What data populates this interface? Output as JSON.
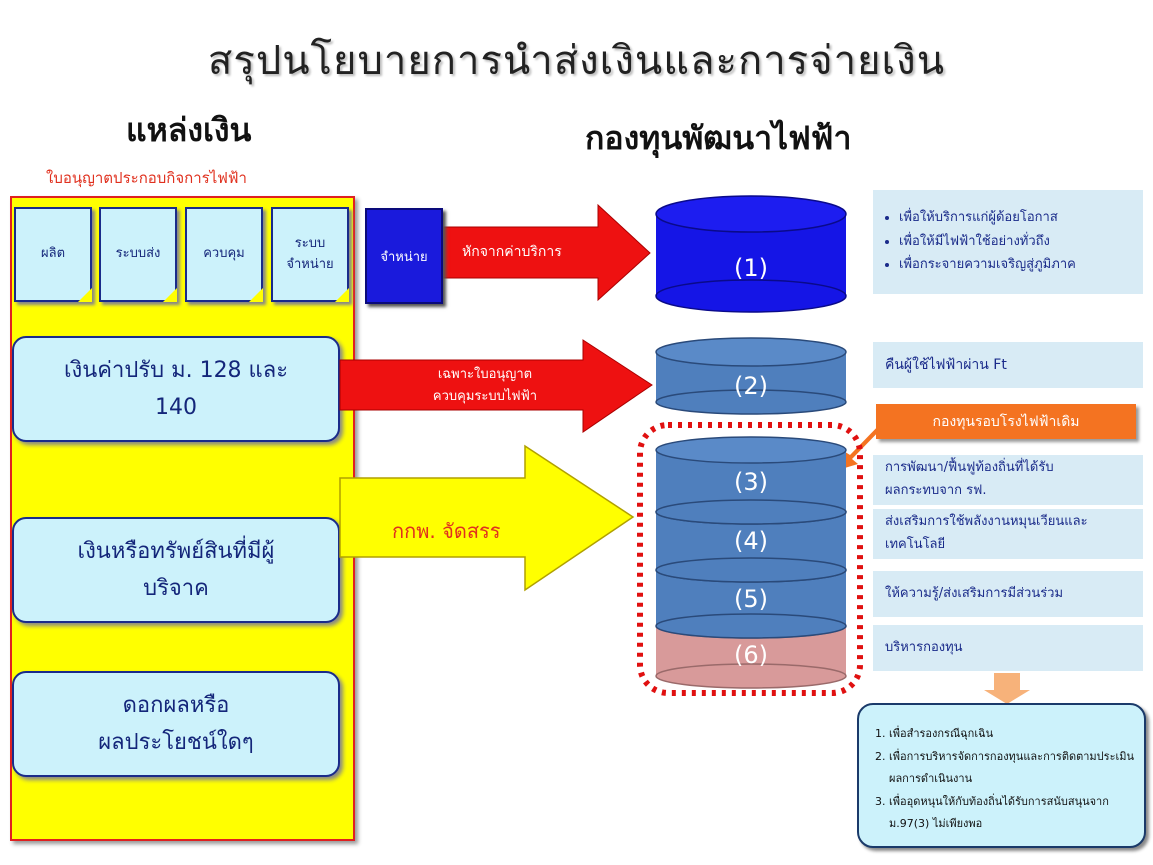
{
  "title": "สรุปนโยบายการนำส่งเงินและการจ่ายเงิน",
  "headers": {
    "left": "แหล่งเงิน",
    "right": "กองทุนพัฒนาไฟฟ้า"
  },
  "license_label": "ใบอนุญาตประกอบกิจการไฟฟ้า",
  "licenses": [
    {
      "line1": "ผลิต",
      "line2": ""
    },
    {
      "line1": "ระบบส่ง",
      "line2": ""
    },
    {
      "line1": "ควบคุม",
      "line2": ""
    },
    {
      "line1": "ระบบ",
      "line2": "จำหน่าย"
    }
  ],
  "distribution_box": "จำหน่าย",
  "sources": [
    {
      "line1": "เงินค่าปรับ ม. 128 และ",
      "line2": "140"
    },
    {
      "line1": "เงินหรือทรัพย์สินที่มีผู้",
      "line2": "บริจาค"
    },
    {
      "line1": "ดอกผลหรือ",
      "line2": "ผลประโยชน์ใดๆ"
    }
  ],
  "arrows": {
    "deduct": "หักจากค่าบริการ",
    "license_only_1": "เฉพาะใบอนุญาต",
    "license_only_2": "ควบคุมระบบไฟฟ้า",
    "allocate": "กกพ. จัดสรร"
  },
  "cylinders": [
    "(1)",
    "(2)",
    "(3)",
    "(4)",
    "(5)",
    "(6)"
  ],
  "info": {
    "c1": [
      "เพื่อให้บริการแก่ผู้ด้อยโอกาส",
      "เพื่อให้มีไฟฟ้าใช้อย่างทั่วถึง",
      "เพื่อกระจายความเจริญสู่ภูมิภาค"
    ],
    "c2": "คืนผู้ใช้ไฟฟ้าผ่าน Ft",
    "orange": "กองทุนรอบโรงไฟฟ้าเดิม",
    "c3_1": "การพัฒนา/ฟื้นฟูท้องถิ่นที่ได้รับ",
    "c3_2": "ผลกระทบจาก รฟ.",
    "c4_1": "ส่งเสริมการใช้พลังงานหมุนเวียนและ",
    "c4_2": "เทคโนโลยี",
    "c5": "ให้ความรู้/ส่งเสริมการมีส่วนร่วม",
    "c6": "บริหารกองทุน"
  },
  "bottom_list": [
    "เพื่อสำรองกรณีฉุกเฉิน",
    "เพื่อการบริหารจัดการกองทุนและการติดตามประเมินผลการดำเนินงาน",
    "เพื่ออุดหนุนให้กับท้องถิ่นได้รับการสนับสนุนจาก ม.97(3) ไม่เพียงพอ"
  ],
  "colors": {
    "cyl1": "#1515e6",
    "cyl_mid": "#4f7fbd",
    "cyl6": "#d89a9a",
    "arrow_red": "#ee1111",
    "yellow": "#ffff00",
    "orange": "#f47321"
  }
}
